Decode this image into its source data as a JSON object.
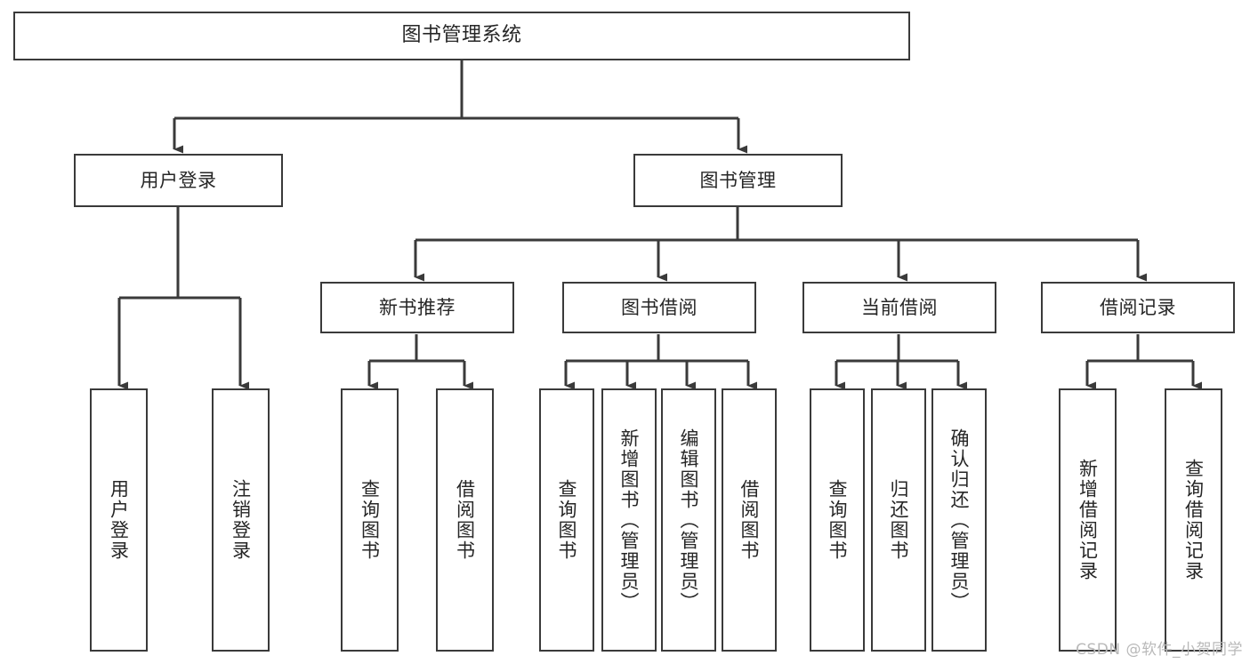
{
  "diagram": {
    "type": "tree",
    "title": "图书管理系统",
    "root": {
      "label": "图书管理系统"
    },
    "level1": [
      {
        "label": "用户登录"
      },
      {
        "label": "图书管理"
      }
    ],
    "level2": [
      {
        "label": "新书推荐"
      },
      {
        "label": "图书借阅"
      },
      {
        "label": "当前借阅"
      },
      {
        "label": "借阅记录"
      }
    ],
    "leaves": {
      "user_login": [
        {
          "label": "用户登录"
        },
        {
          "label": "注销登录"
        }
      ],
      "new_book_recommend": [
        {
          "label": "查询图书"
        },
        {
          "label": "借阅图书"
        }
      ],
      "book_borrow": [
        {
          "label": "查询图书"
        },
        {
          "label": "新增图书（管理员）"
        },
        {
          "label": "编辑图书（管理员）"
        },
        {
          "label": "借阅图书"
        }
      ],
      "current_borrow": [
        {
          "label": "查询图书"
        },
        {
          "label": "归还图书"
        },
        {
          "label": "确认归还（管理员）"
        }
      ],
      "borrow_record": [
        {
          "label": "新增借阅记录"
        },
        {
          "label": "查询借阅记录"
        }
      ]
    }
  },
  "watermark": {
    "text": "CSDN @软件_小贺同学"
  },
  "colors": {
    "stroke": "#3a3a3a",
    "text": "#262626",
    "background": "#ffffff",
    "watermark": "#b9b9b9"
  }
}
